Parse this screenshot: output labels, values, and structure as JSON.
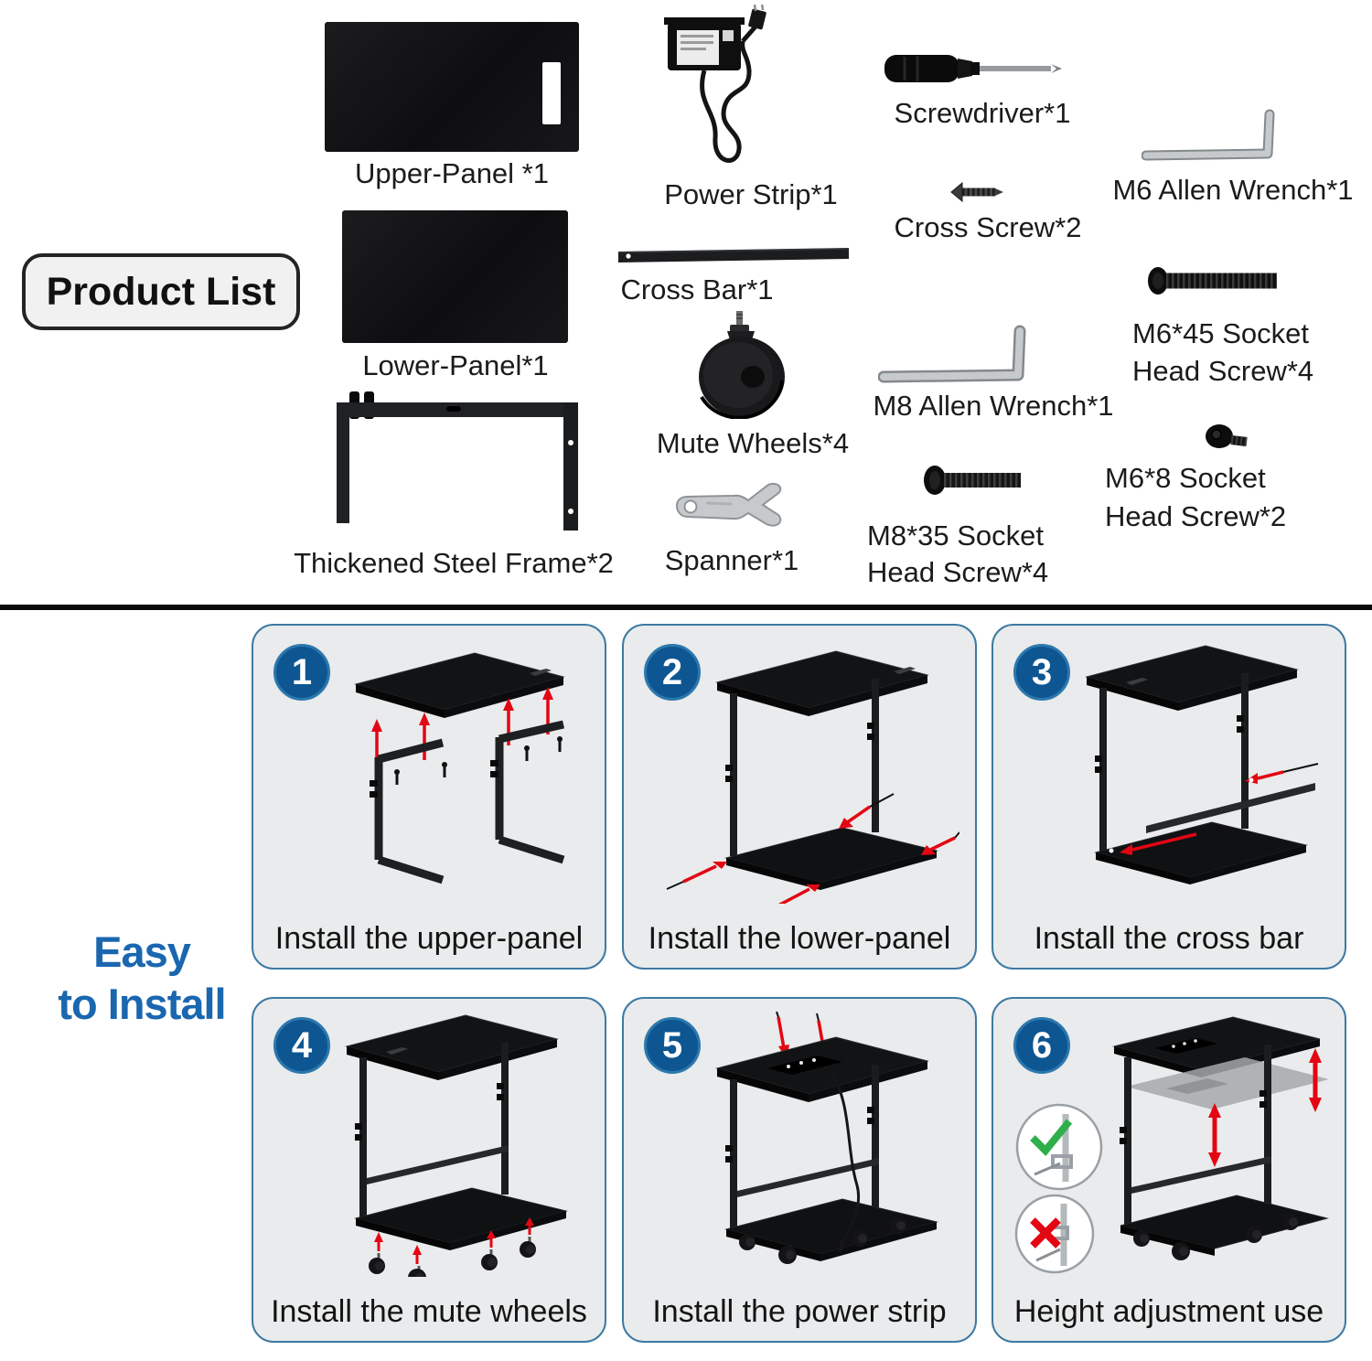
{
  "title_box": {
    "label": "Product List"
  },
  "product_list": {
    "items": {
      "upper_panel": {
        "label": "Upper-Panel *1"
      },
      "lower_panel": {
        "label": "Lower-Panel*1"
      },
      "steel_frame": {
        "label": "Thickened Steel Frame*2"
      },
      "power_strip": {
        "label": "Power Strip*1"
      },
      "cross_bar": {
        "label": "Cross Bar*1"
      },
      "mute_wheels": {
        "label": "Mute Wheels*4"
      },
      "spanner": {
        "label": "Spanner*1"
      },
      "screwdriver": {
        "label": "Screwdriver*1"
      },
      "cross_screw": {
        "label": "Cross Screw*2"
      },
      "m8_allen_wrench": {
        "label": "M8 Allen Wrench*1"
      },
      "m8_35_screw": {
        "label": "M8*35 Socket\nHead Screw*4"
      },
      "m6_allen_wrench": {
        "label": "M6 Allen Wrench*1"
      },
      "m6_45_screw": {
        "label": "M6*45 Socket\nHead Screw*4"
      },
      "m6_8_screw": {
        "label": "M6*8 Socket\nHead Screw*2"
      }
    }
  },
  "install_section": {
    "heading": {
      "line1": "Easy",
      "line2": "to Install"
    },
    "steps": [
      {
        "number": "1",
        "caption": "Install the upper-panel"
      },
      {
        "number": "2",
        "caption": "Install the lower-panel"
      },
      {
        "number": "3",
        "caption": "Install the cross bar"
      },
      {
        "number": "4",
        "caption": "Install the mute wheels"
      },
      {
        "number": "5",
        "caption": "Install the power strip"
      },
      {
        "number": "6",
        "caption": "Height adjustment use"
      }
    ]
  },
  "colors": {
    "accent_blue": "#1a67b0",
    "step_circle_blue": "#0d5692",
    "panel_background": "#e9ebec",
    "panel_border": "#3e7aa3",
    "arrow_red": "#e30613",
    "check_green": "#2faf4b",
    "divider_black": "#0a0a0a"
  }
}
